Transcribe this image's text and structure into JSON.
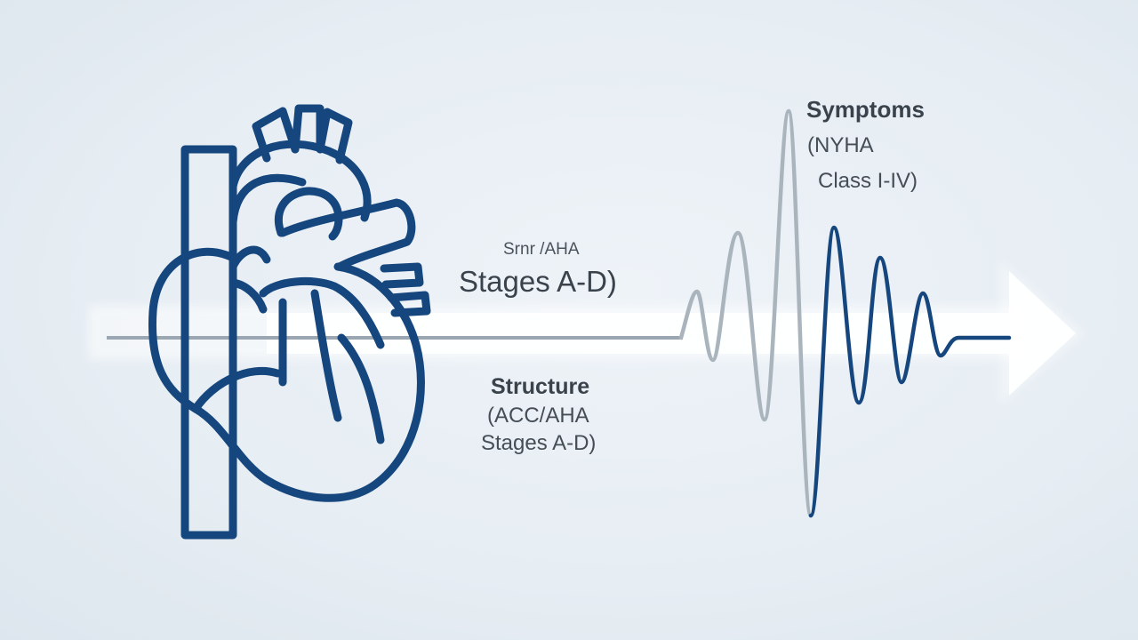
{
  "labels": {
    "top_small": "Srnr /AHA",
    "top_large": "Stages A-D)",
    "structure_title": "Structure",
    "structure_line1": "(ACC/AHA",
    "structure_line2": "Stages A-D)",
    "symptoms_title": "Symptoms",
    "symptoms_line1": "(NYHA",
    "symptoms_line2": "Class I-IV)"
  },
  "icons": [
    "heart-outline-icon",
    "arrow-right-icon"
  ],
  "colors": {
    "navy": "#16467e",
    "gray_wave": "#a9b4bd",
    "baseline": "#9aa6b1",
    "arrow": "#ffffff",
    "text": "#3f4750"
  }
}
